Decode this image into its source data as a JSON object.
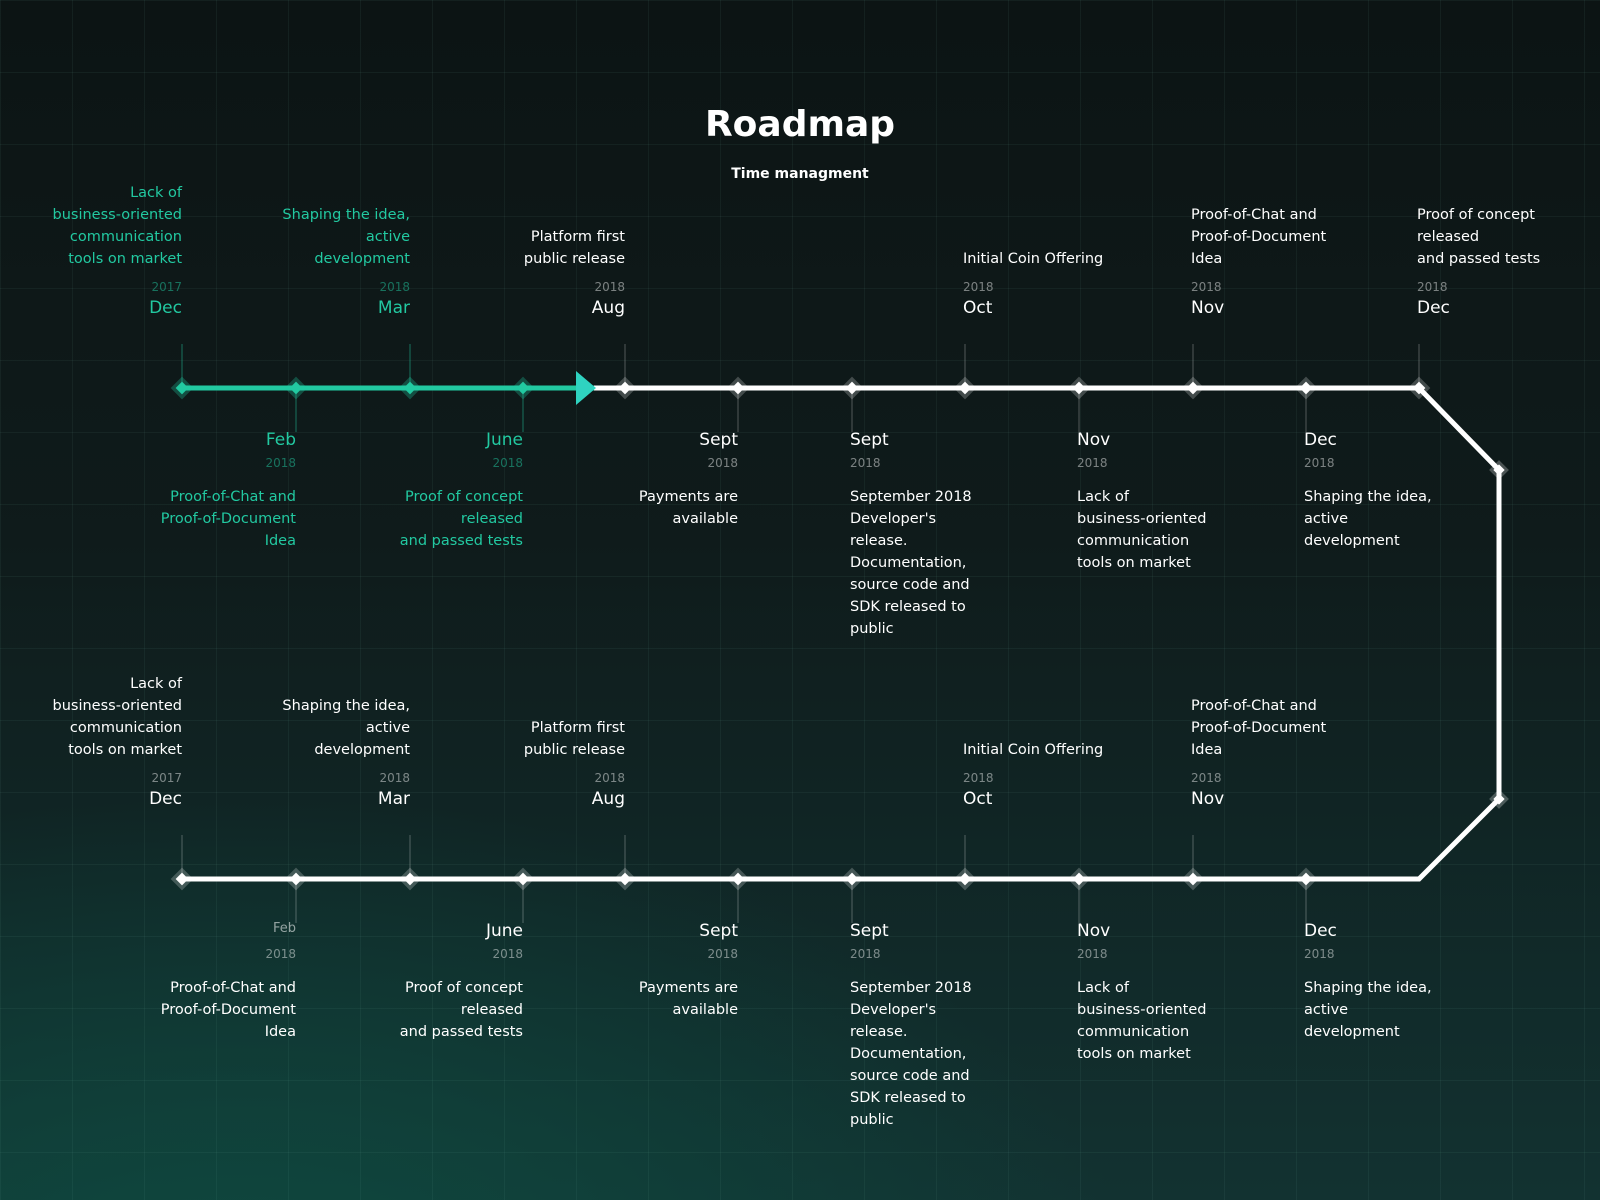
{
  "header": {
    "title": "Roadmap",
    "subtitle": "Time managment"
  },
  "colors": {
    "done": "#22c9a1",
    "arrow": "#2fd3c0",
    "line": "#ffffff"
  },
  "rows": [
    {
      "completed_through": "June 2018",
      "milestones": [
        {
          "month": "Dec",
          "year": "2017",
          "desc": "Lack of\nbusiness-oriented\ncommunication\ntools on market",
          "side": "top",
          "done": true
        },
        {
          "month": "Feb",
          "year": "2018",
          "desc": "Proof-of-Chat and\nProof-of-Document\nIdea",
          "side": "bottom",
          "done": true
        },
        {
          "month": "Mar",
          "year": "2018",
          "desc": "Shaping the idea,\nactive\ndevelopment",
          "side": "top",
          "done": true
        },
        {
          "month": "June",
          "year": "2018",
          "desc": "Proof of concept\nreleased\nand passed tests",
          "side": "bottom",
          "done": true
        },
        {
          "month": "Aug",
          "year": "2018",
          "desc": "Platform first\npublic release",
          "side": "top",
          "done": false
        },
        {
          "month": "Sept",
          "year": "2018",
          "desc": "Payments are\navailable",
          "side": "bottom",
          "done": false
        },
        {
          "month": "Sept",
          "year": "2018",
          "desc": "September 2018\nDeveloper's\nrelease.\nDocumentation,\nsource code and\nSDK released to\npublic",
          "side": "bottom",
          "done": false
        },
        {
          "month": "Oct",
          "year": "2018",
          "desc": "Initial Coin Offering",
          "side": "top",
          "done": false
        },
        {
          "month": "Nov",
          "year": "2018",
          "desc": "Lack of\nbusiness-oriented\ncommunication\ntools on market",
          "side": "bottom",
          "done": false
        },
        {
          "month": "Nov",
          "year": "2018",
          "desc": "Proof-of-Chat and\nProof-of-Document\nIdea",
          "side": "top",
          "done": false
        },
        {
          "month": "Dec",
          "year": "2018",
          "desc": "Shaping the idea,\nactive\ndevelopment",
          "side": "bottom",
          "done": false
        },
        {
          "month": "Dec",
          "year": "2018",
          "desc": "Proof of concept\nreleased\nand passed tests",
          "side": "top",
          "done": false
        }
      ]
    },
    {
      "milestones": [
        {
          "month": "Dec",
          "year": "2017",
          "desc": "Lack of\nbusiness-oriented\ncommunication\ntools on market",
          "side": "top",
          "done": false
        },
        {
          "month": "Feb",
          "year": "2018",
          "desc": "Proof-of-Chat and\nProof-of-Document\nIdea",
          "side": "bottom",
          "done": false
        },
        {
          "month": "Mar",
          "year": "2018",
          "desc": "Shaping the idea,\nactive\ndevelopment",
          "side": "top",
          "done": false
        },
        {
          "month": "June",
          "year": "2018",
          "desc": "Proof of concept\nreleased\nand passed tests",
          "side": "bottom",
          "done": false
        },
        {
          "month": "Aug",
          "year": "2018",
          "desc": "Platform first\npublic release",
          "side": "top",
          "done": false
        },
        {
          "month": "Sept",
          "year": "2018",
          "desc": "Payments are\navailable",
          "side": "bottom",
          "done": false
        },
        {
          "month": "Sept",
          "year": "2018",
          "desc": "September 2018\nDeveloper's\nrelease.\nDocumentation,\nsource code and\nSDK released to\npublic",
          "side": "bottom",
          "done": false
        },
        {
          "month": "Oct",
          "year": "2018",
          "desc": "Initial Coin Offering",
          "side": "top",
          "done": false
        },
        {
          "month": "Nov",
          "year": "2018",
          "desc": "Lack of\nbusiness-oriented\ncommunication\ntools on market",
          "side": "bottom",
          "done": false
        },
        {
          "month": "Nov",
          "year": "2018",
          "desc": "Proof-of-Chat and\nProof-of-Document\nIdea",
          "side": "top",
          "done": false
        },
        {
          "month": "Dec",
          "year": "2018",
          "desc": "Shaping the idea,\nactive\ndevelopment",
          "side": "bottom",
          "done": false
        }
      ]
    }
  ]
}
